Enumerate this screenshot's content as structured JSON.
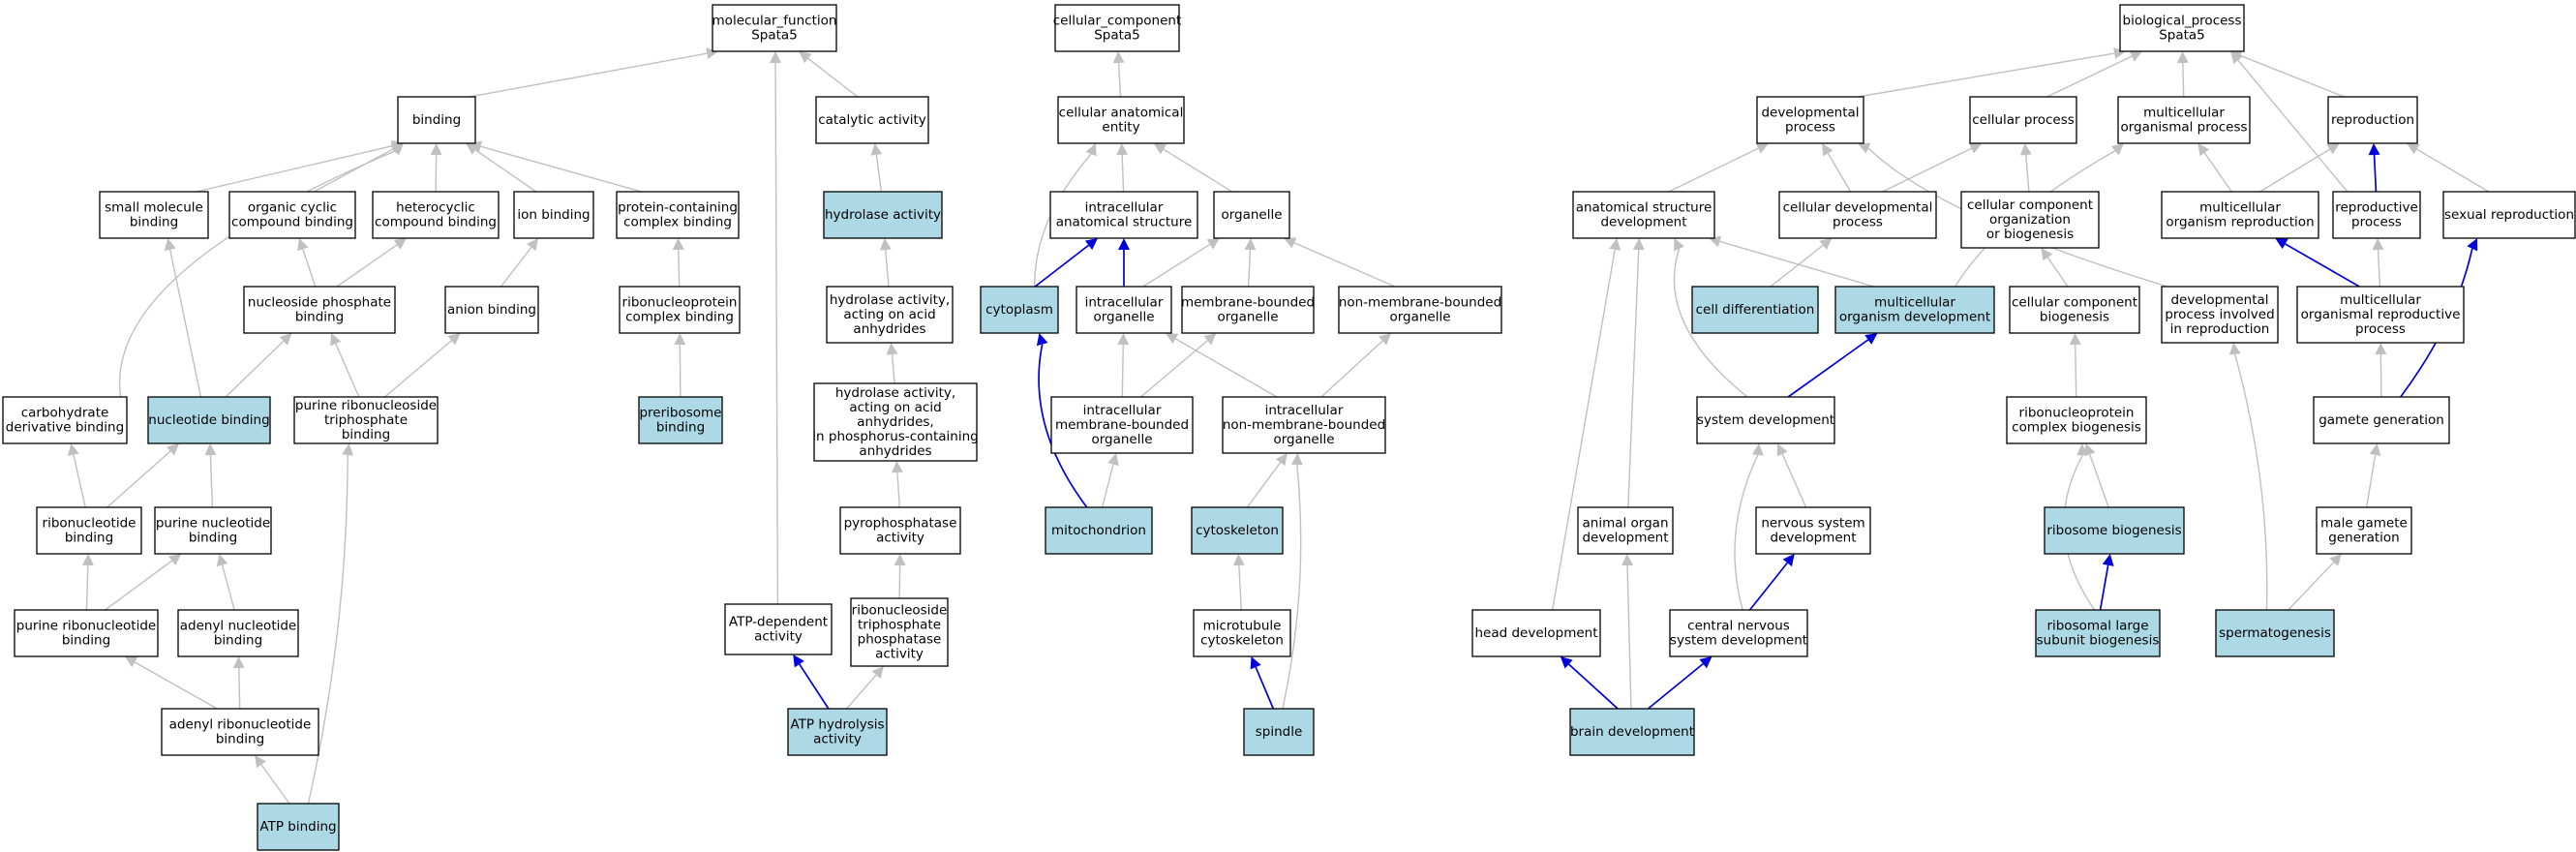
{
  "colors": {
    "highlight": "#add8e6",
    "gray_edge": "#c0c0c0",
    "blue_edge": "#0000dd",
    "border": "#000000"
  },
  "nodes": [
    {
      "id": "mf",
      "lines": [
        "molecular_function",
        "Spata5"
      ],
      "hl": false
    },
    {
      "id": "binding",
      "lines": [
        "binding"
      ],
      "hl": false
    },
    {
      "id": "catalytic",
      "lines": [
        "catalytic activity"
      ],
      "hl": false
    },
    {
      "id": "smallmol",
      "lines": [
        "small molecule",
        "binding"
      ],
      "hl": false
    },
    {
      "id": "orgcyclic",
      "lines": [
        "organic cyclic",
        "compound binding"
      ],
      "hl": false
    },
    {
      "id": "heterocyclic",
      "lines": [
        "heterocyclic",
        "compound binding"
      ],
      "hl": false
    },
    {
      "id": "ionb",
      "lines": [
        "ion binding"
      ],
      "hl": false
    },
    {
      "id": "proteincont",
      "lines": [
        "protein-containing",
        "complex binding"
      ],
      "hl": false
    },
    {
      "id": "nucphos",
      "lines": [
        "nucleoside phosphate",
        "binding"
      ],
      "hl": false
    },
    {
      "id": "anion",
      "lines": [
        "anion binding"
      ],
      "hl": false
    },
    {
      "id": "rnpcb",
      "lines": [
        "ribonucleoprotein",
        "complex binding"
      ],
      "hl": false
    },
    {
      "id": "carbo",
      "lines": [
        "carbohydrate",
        "derivative binding"
      ],
      "hl": false
    },
    {
      "id": "nucb",
      "lines": [
        "nucleotide binding"
      ],
      "hl": true
    },
    {
      "id": "purribotri",
      "lines": [
        "purine ribonucleoside",
        "triphosphate",
        "binding"
      ],
      "hl": false
    },
    {
      "id": "prerib",
      "lines": [
        "preribosome",
        "binding"
      ],
      "hl": true
    },
    {
      "id": "ribonuc",
      "lines": [
        "ribonucleotide",
        "binding"
      ],
      "hl": false
    },
    {
      "id": "purnuc",
      "lines": [
        "purine nucleotide",
        "binding"
      ],
      "hl": false
    },
    {
      "id": "purribonuc",
      "lines": [
        "purine ribonucleotide",
        "binding"
      ],
      "hl": false
    },
    {
      "id": "adenylnuc",
      "lines": [
        "adenyl nucleotide",
        "binding"
      ],
      "hl": false
    },
    {
      "id": "adenylribo",
      "lines": [
        "adenyl ribonucleotide",
        "binding"
      ],
      "hl": false
    },
    {
      "id": "atpb",
      "lines": [
        "ATP binding"
      ],
      "hl": true
    },
    {
      "id": "hydrolase",
      "lines": [
        "hydrolase activity"
      ],
      "hl": true
    },
    {
      "id": "hydacid",
      "lines": [
        "hydrolase activity,",
        "acting on acid",
        "anhydrides"
      ],
      "hl": false
    },
    {
      "id": "hydphos",
      "lines": [
        "hydrolase activity,",
        "acting on acid",
        "anhydrides,",
        "in phosphorus-containing",
        "anhydrides"
      ],
      "hl": false
    },
    {
      "id": "pyrophos",
      "lines": [
        "pyrophosphatase",
        "activity"
      ],
      "hl": false
    },
    {
      "id": "atpdep",
      "lines": [
        "ATP-dependent",
        "activity"
      ],
      "hl": false
    },
    {
      "id": "ribotriphos",
      "lines": [
        "ribonucleoside",
        "triphosphate",
        "phosphatase",
        "activity"
      ],
      "hl": false
    },
    {
      "id": "atphyd",
      "lines": [
        "ATP hydrolysis",
        "activity"
      ],
      "hl": true
    },
    {
      "id": "cc",
      "lines": [
        "cellular_component",
        "Spata5"
      ],
      "hl": false
    },
    {
      "id": "cae",
      "lines": [
        "cellular anatomical",
        "entity"
      ],
      "hl": false
    },
    {
      "id": "ias",
      "lines": [
        "intracellular",
        "anatomical structure"
      ],
      "hl": false
    },
    {
      "id": "organelle",
      "lines": [
        "organelle"
      ],
      "hl": false
    },
    {
      "id": "cytoplasm",
      "lines": [
        "cytoplasm"
      ],
      "hl": true
    },
    {
      "id": "intorg",
      "lines": [
        "intracellular",
        "organelle"
      ],
      "hl": false
    },
    {
      "id": "membbound",
      "lines": [
        "membrane-bounded",
        "organelle"
      ],
      "hl": false
    },
    {
      "id": "nonmemb",
      "lines": [
        "non-membrane-bounded",
        "organelle"
      ],
      "hl": false
    },
    {
      "id": "intmemb",
      "lines": [
        "intracellular",
        "membrane-bounded",
        "organelle"
      ],
      "hl": false
    },
    {
      "id": "intnonmemb",
      "lines": [
        "intracellular",
        "non-membrane-bounded",
        "organelle"
      ],
      "hl": false
    },
    {
      "id": "mito",
      "lines": [
        "mitochondrion"
      ],
      "hl": true
    },
    {
      "id": "cytoskel",
      "lines": [
        "cytoskeleton"
      ],
      "hl": true
    },
    {
      "id": "microtub",
      "lines": [
        "microtubule",
        "cytoskeleton"
      ],
      "hl": false
    },
    {
      "id": "spindle",
      "lines": [
        "spindle"
      ],
      "hl": true
    },
    {
      "id": "bp",
      "lines": [
        "biological_process",
        "Spata5"
      ],
      "hl": false
    },
    {
      "id": "devproc",
      "lines": [
        "developmental",
        "process"
      ],
      "hl": false
    },
    {
      "id": "cellproc",
      "lines": [
        "cellular process"
      ],
      "hl": false
    },
    {
      "id": "multiorg",
      "lines": [
        "multicellular",
        "organismal process"
      ],
      "hl": false
    },
    {
      "id": "repro",
      "lines": [
        "reproduction"
      ],
      "hl": false
    },
    {
      "id": "anatdev",
      "lines": [
        "anatomical structure",
        "development"
      ],
      "hl": false
    },
    {
      "id": "celldevproc",
      "lines": [
        "cellular developmental",
        "process"
      ],
      "hl": false
    },
    {
      "id": "ccorg",
      "lines": [
        "cellular component",
        "organization",
        "or biogenesis"
      ],
      "hl": false
    },
    {
      "id": "multirepro",
      "lines": [
        "multicellular",
        "organism reproduction"
      ],
      "hl": false
    },
    {
      "id": "reproproc",
      "lines": [
        "reproductive",
        "process"
      ],
      "hl": false
    },
    {
      "id": "sexrepro",
      "lines": [
        "sexual reproduction"
      ],
      "hl": false
    },
    {
      "id": "celldiff",
      "lines": [
        "cell differentiation"
      ],
      "hl": true
    },
    {
      "id": "multidev",
      "lines": [
        "multicellular",
        "organism development"
      ],
      "hl": true
    },
    {
      "id": "ccbio",
      "lines": [
        "cellular component",
        "biogenesis"
      ],
      "hl": false
    },
    {
      "id": "devinrepro",
      "lines": [
        "developmental",
        "process involved",
        "in reproduction"
      ],
      "hl": false
    },
    {
      "id": "multireproproc",
      "lines": [
        "multicellular",
        "organismal reproductive",
        "process"
      ],
      "hl": false
    },
    {
      "id": "sysdev",
      "lines": [
        "system development"
      ],
      "hl": false
    },
    {
      "id": "rnpbio",
      "lines": [
        "ribonucleoprotein",
        "complex biogenesis"
      ],
      "hl": false
    },
    {
      "id": "gamete",
      "lines": [
        "gamete generation"
      ],
      "hl": false
    },
    {
      "id": "animalorg",
      "lines": [
        "animal organ",
        "development"
      ],
      "hl": false
    },
    {
      "id": "nervdev",
      "lines": [
        "nervous system",
        "development"
      ],
      "hl": false
    },
    {
      "id": "ribobio",
      "lines": [
        "ribosome biogenesis"
      ],
      "hl": true
    },
    {
      "id": "malegamete",
      "lines": [
        "male gamete",
        "generation"
      ],
      "hl": false
    },
    {
      "id": "headdev",
      "lines": [
        "head development"
      ],
      "hl": false
    },
    {
      "id": "cnsdev",
      "lines": [
        "central nervous",
        "system development"
      ],
      "hl": false
    },
    {
      "id": "riblarge",
      "lines": [
        "ribosomal large",
        "subunit biogenesis"
      ],
      "hl": true
    },
    {
      "id": "spermato",
      "lines": [
        "spermatogenesis"
      ],
      "hl": true
    },
    {
      "id": "braindev",
      "lines": [
        "brain development"
      ],
      "hl": true
    }
  ],
  "edges": [
    {
      "from": "binding",
      "to": "mf",
      "color": "gray"
    },
    {
      "from": "catalytic",
      "to": "mf",
      "color": "gray"
    },
    {
      "from": "atpdep",
      "to": "mf",
      "color": "gray"
    },
    {
      "from": "smallmol",
      "to": "binding",
      "color": "gray"
    },
    {
      "from": "orgcyclic",
      "to": "binding",
      "color": "gray"
    },
    {
      "from": "heterocyclic",
      "to": "binding",
      "color": "gray"
    },
    {
      "from": "ionb",
      "to": "binding",
      "color": "gray"
    },
    {
      "from": "proteincont",
      "to": "binding",
      "color": "gray"
    },
    {
      "from": "carbo",
      "to": "binding",
      "color": "gray"
    },
    {
      "from": "nucphos",
      "to": "orgcyclic",
      "color": "gray"
    },
    {
      "from": "nucphos",
      "to": "heterocyclic",
      "color": "gray"
    },
    {
      "from": "anion",
      "to": "ionb",
      "color": "gray"
    },
    {
      "from": "rnpcb",
      "to": "proteincont",
      "color": "gray"
    },
    {
      "from": "nucb",
      "to": "smallmol",
      "color": "gray"
    },
    {
      "from": "nucb",
      "to": "nucphos",
      "color": "gray"
    },
    {
      "from": "purribotri",
      "to": "nucphos",
      "color": "gray"
    },
    {
      "from": "purribotri",
      "to": "anion",
      "color": "gray"
    },
    {
      "from": "prerib",
      "to": "rnpcb",
      "color": "gray"
    },
    {
      "from": "ribonuc",
      "to": "carbo",
      "color": "gray"
    },
    {
      "from": "ribonuc",
      "to": "nucb",
      "color": "gray"
    },
    {
      "from": "purnuc",
      "to": "nucb",
      "color": "gray"
    },
    {
      "from": "purribonuc",
      "to": "ribonuc",
      "color": "gray"
    },
    {
      "from": "purribonuc",
      "to": "purnuc",
      "color": "gray"
    },
    {
      "from": "adenylnuc",
      "to": "purnuc",
      "color": "gray"
    },
    {
      "from": "adenylribo",
      "to": "purribonuc",
      "color": "gray"
    },
    {
      "from": "adenylribo",
      "to": "adenylnuc",
      "color": "gray"
    },
    {
      "from": "atpb",
      "to": "adenylribo",
      "color": "gray"
    },
    {
      "from": "atpb",
      "to": "purribotri",
      "color": "gray"
    },
    {
      "from": "hydrolase",
      "to": "catalytic",
      "color": "gray"
    },
    {
      "from": "hydacid",
      "to": "hydrolase",
      "color": "gray"
    },
    {
      "from": "hydphos",
      "to": "hydacid",
      "color": "gray"
    },
    {
      "from": "pyrophos",
      "to": "hydphos",
      "color": "gray"
    },
    {
      "from": "ribotriphos",
      "to": "pyrophos",
      "color": "gray"
    },
    {
      "from": "atphyd",
      "to": "atpdep",
      "color": "blue"
    },
    {
      "from": "atphyd",
      "to": "ribotriphos",
      "color": "gray"
    },
    {
      "from": "cae",
      "to": "cc",
      "color": "gray"
    },
    {
      "from": "ias",
      "to": "cae",
      "color": "gray"
    },
    {
      "from": "organelle",
      "to": "cae",
      "color": "gray"
    },
    {
      "from": "cytoplasm",
      "to": "cae",
      "color": "gray"
    },
    {
      "from": "cytoplasm",
      "to": "ias",
      "color": "blue"
    },
    {
      "from": "intorg",
      "to": "ias",
      "color": "blue"
    },
    {
      "from": "intorg",
      "to": "organelle",
      "color": "gray"
    },
    {
      "from": "membbound",
      "to": "organelle",
      "color": "gray"
    },
    {
      "from": "nonmemb",
      "to": "organelle",
      "color": "gray"
    },
    {
      "from": "intmemb",
      "to": "intorg",
      "color": "gray"
    },
    {
      "from": "intmemb",
      "to": "membbound",
      "color": "gray"
    },
    {
      "from": "intnonmemb",
      "to": "intorg",
      "color": "gray"
    },
    {
      "from": "intnonmemb",
      "to": "nonmemb",
      "color": "gray"
    },
    {
      "from": "mito",
      "to": "cytoplasm",
      "color": "blue"
    },
    {
      "from": "mito",
      "to": "intmemb",
      "color": "gray"
    },
    {
      "from": "cytoskel",
      "to": "intnonmemb",
      "color": "gray"
    },
    {
      "from": "microtub",
      "to": "cytoskel",
      "color": "gray"
    },
    {
      "from": "spindle",
      "to": "microtub",
      "color": "blue"
    },
    {
      "from": "spindle",
      "to": "intnonmemb",
      "color": "gray"
    },
    {
      "from": "devproc",
      "to": "bp",
      "color": "gray"
    },
    {
      "from": "cellproc",
      "to": "bp",
      "color": "gray"
    },
    {
      "from": "multiorg",
      "to": "bp",
      "color": "gray"
    },
    {
      "from": "repro",
      "to": "bp",
      "color": "gray"
    },
    {
      "from": "reproproc",
      "to": "bp",
      "color": "gray"
    },
    {
      "from": "anatdev",
      "to": "devproc",
      "color": "gray"
    },
    {
      "from": "celldevproc",
      "to": "devproc",
      "color": "gray"
    },
    {
      "from": "devinrepro",
      "to": "devproc",
      "color": "gray"
    },
    {
      "from": "celldevproc",
      "to": "cellproc",
      "color": "gray"
    },
    {
      "from": "ccorg",
      "to": "cellproc",
      "color": "gray"
    },
    {
      "from": "multirepro",
      "to": "multiorg",
      "color": "gray"
    },
    {
      "from": "multidev",
      "to": "multiorg",
      "color": "gray"
    },
    {
      "from": "multirepro",
      "to": "repro",
      "color": "gray"
    },
    {
      "from": "reproproc",
      "to": "repro",
      "color": "blue"
    },
    {
      "from": "sexrepro",
      "to": "repro",
      "color": "gray"
    },
    {
      "from": "celldiff",
      "to": "celldevproc",
      "color": "gray"
    },
    {
      "from": "multidev",
      "to": "anatdev",
      "color": "gray"
    },
    {
      "from": "sysdev",
      "to": "anatdev",
      "color": "gray"
    },
    {
      "from": "animalorg",
      "to": "anatdev",
      "color": "gray"
    },
    {
      "from": "headdev",
      "to": "anatdev",
      "color": "gray"
    },
    {
      "from": "ccbio",
      "to": "ccorg",
      "color": "gray"
    },
    {
      "from": "multireproproc",
      "to": "multirepro",
      "color": "blue"
    },
    {
      "from": "multireproproc",
      "to": "reproproc",
      "color": "gray"
    },
    {
      "from": "sysdev",
      "to": "multidev",
      "color": "blue"
    },
    {
      "from": "rnpbio",
      "to": "ccbio",
      "color": "gray"
    },
    {
      "from": "gamete",
      "to": "multireproproc",
      "color": "gray"
    },
    {
      "from": "gamete",
      "to": "sexrepro",
      "color": "blue"
    },
    {
      "from": "nervdev",
      "to": "sysdev",
      "color": "gray"
    },
    {
      "from": "cnsdev",
      "to": "sysdev",
      "color": "gray"
    },
    {
      "from": "ribobio",
      "to": "rnpbio",
      "color": "gray"
    },
    {
      "from": "riblarge",
      "to": "rnpbio",
      "color": "gray"
    },
    {
      "from": "malegamete",
      "to": "gamete",
      "color": "gray"
    },
    {
      "from": "cnsdev",
      "to": "nervdev",
      "color": "blue"
    },
    {
      "from": "riblarge",
      "to": "ribobio",
      "color": "blue"
    },
    {
      "from": "spermato",
      "to": "malegamete",
      "color": "gray"
    },
    {
      "from": "spermato",
      "to": "devinrepro",
      "color": "gray"
    },
    {
      "from": "braindev",
      "to": "headdev",
      "color": "blue"
    },
    {
      "from": "braindev",
      "to": "cnsdev",
      "color": "blue"
    },
    {
      "from": "braindev",
      "to": "animalorg",
      "color": "gray"
    }
  ]
}
